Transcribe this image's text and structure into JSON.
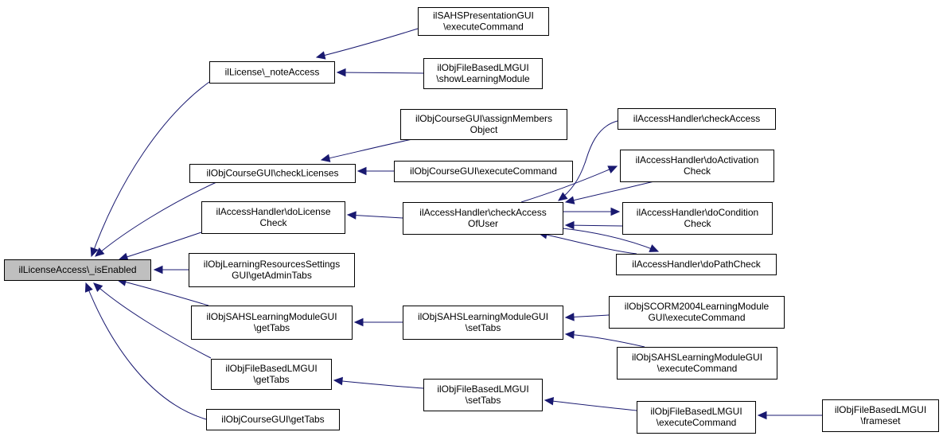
{
  "diagram": {
    "colors": {
      "edge": "#191970",
      "root_fill": "#bfbfbf",
      "node_fill": "#ffffff",
      "border": "#000000"
    },
    "nodes": [
      {
        "id": "root",
        "lines": [
          "ilLicenseAccess\\_isEnabled"
        ]
      },
      {
        "id": "noteAccess",
        "lines": [
          "ilLicense\\_noteAccess"
        ]
      },
      {
        "id": "sahsPresExec",
        "lines": [
          "ilSAHSPresentationGUI",
          "\\executeCommand"
        ]
      },
      {
        "id": "fblmShowLM",
        "lines": [
          "ilObjFileBasedLMGUI",
          "\\showLearningModule"
        ]
      },
      {
        "id": "courseCheckLic",
        "lines": [
          "ilObjCourseGUI\\checkLicenses"
        ]
      },
      {
        "id": "courseAssign",
        "lines": [
          "ilObjCourseGUI\\assignMembers",
          "Object"
        ]
      },
      {
        "id": "courseExec",
        "lines": [
          "ilObjCourseGUI\\executeCommand"
        ]
      },
      {
        "id": "ahDoLicense",
        "lines": [
          "ilAccessHandler\\doLicense",
          "Check"
        ]
      },
      {
        "id": "ahCheckAccessOfUser",
        "lines": [
          "ilAccessHandler\\checkAccess",
          "OfUser"
        ]
      },
      {
        "id": "ahCheckAccess",
        "lines": [
          "ilAccessHandler\\checkAccess"
        ]
      },
      {
        "id": "ahDoActivation",
        "lines": [
          "ilAccessHandler\\doActivation",
          "Check"
        ]
      },
      {
        "id": "ahDoCondition",
        "lines": [
          "ilAccessHandler\\doCondition",
          "Check"
        ]
      },
      {
        "id": "ahDoPath",
        "lines": [
          "ilAccessHandler\\doPathCheck"
        ]
      },
      {
        "id": "lrsAdminTabs",
        "lines": [
          "ilObjLearningResourcesSettings",
          "GUI\\getAdminTabs"
        ]
      },
      {
        "id": "sahsLMGetTabs",
        "lines": [
          "ilObjSAHSLearningModuleGUI",
          "\\getTabs"
        ]
      },
      {
        "id": "sahsLMSetTabs",
        "lines": [
          "ilObjSAHSLearningModuleGUI",
          "\\setTabs"
        ]
      },
      {
        "id": "scorm2004Exec",
        "lines": [
          "ilObjSCORM2004LearningModule",
          "GUI\\executeCommand"
        ]
      },
      {
        "id": "sahsLMExec",
        "lines": [
          "ilObjSAHSLearningModuleGUI",
          "\\executeCommand"
        ]
      },
      {
        "id": "fblmGetTabs",
        "lines": [
          "ilObjFileBasedLMGUI",
          "\\getTabs"
        ]
      },
      {
        "id": "fblmSetTabs",
        "lines": [
          "ilObjFileBasedLMGUI",
          "\\setTabs"
        ]
      },
      {
        "id": "fblmExec",
        "lines": [
          "ilObjFileBasedLMGUI",
          "\\executeCommand"
        ]
      },
      {
        "id": "fblmFrameset",
        "lines": [
          "ilObjFileBasedLMGUI",
          "\\frameset"
        ]
      },
      {
        "id": "courseGetTabs",
        "lines": [
          "ilObjCourseGUI\\getTabs"
        ]
      }
    ],
    "edges": [
      {
        "from": "noteAccess",
        "to": "root"
      },
      {
        "from": "courseCheckLic",
        "to": "root"
      },
      {
        "from": "ahDoLicense",
        "to": "root"
      },
      {
        "from": "lrsAdminTabs",
        "to": "root"
      },
      {
        "from": "sahsLMGetTabs",
        "to": "root"
      },
      {
        "from": "fblmGetTabs",
        "to": "root"
      },
      {
        "from": "courseGetTabs",
        "to": "root"
      },
      {
        "from": "sahsPresExec",
        "to": "noteAccess"
      },
      {
        "from": "fblmShowLM",
        "to": "noteAccess"
      },
      {
        "from": "courseAssign",
        "to": "courseCheckLic"
      },
      {
        "from": "courseExec",
        "to": "courseCheckLic"
      },
      {
        "from": "ahCheckAccessOfUser",
        "to": "ahDoLicense"
      },
      {
        "from": "ahCheckAccess",
        "to": "ahCheckAccessOfUser"
      },
      {
        "from": "ahDoActivation",
        "to": "ahCheckAccessOfUser"
      },
      {
        "from": "ahDoCondition",
        "to": "ahCheckAccessOfUser"
      },
      {
        "from": "ahDoPath",
        "to": "ahCheckAccessOfUser"
      },
      {
        "from": "ahCheckAccessOfUser",
        "to": "ahDoActivation"
      },
      {
        "from": "ahCheckAccessOfUser",
        "to": "ahDoCondition"
      },
      {
        "from": "ahCheckAccessOfUser",
        "to": "ahDoPath"
      },
      {
        "from": "sahsLMSetTabs",
        "to": "sahsLMGetTabs"
      },
      {
        "from": "scorm2004Exec",
        "to": "sahsLMSetTabs"
      },
      {
        "from": "sahsLMExec",
        "to": "sahsLMSetTabs"
      },
      {
        "from": "fblmSetTabs",
        "to": "fblmGetTabs"
      },
      {
        "from": "fblmExec",
        "to": "fblmSetTabs"
      },
      {
        "from": "fblmFrameset",
        "to": "fblmExec"
      }
    ]
  }
}
